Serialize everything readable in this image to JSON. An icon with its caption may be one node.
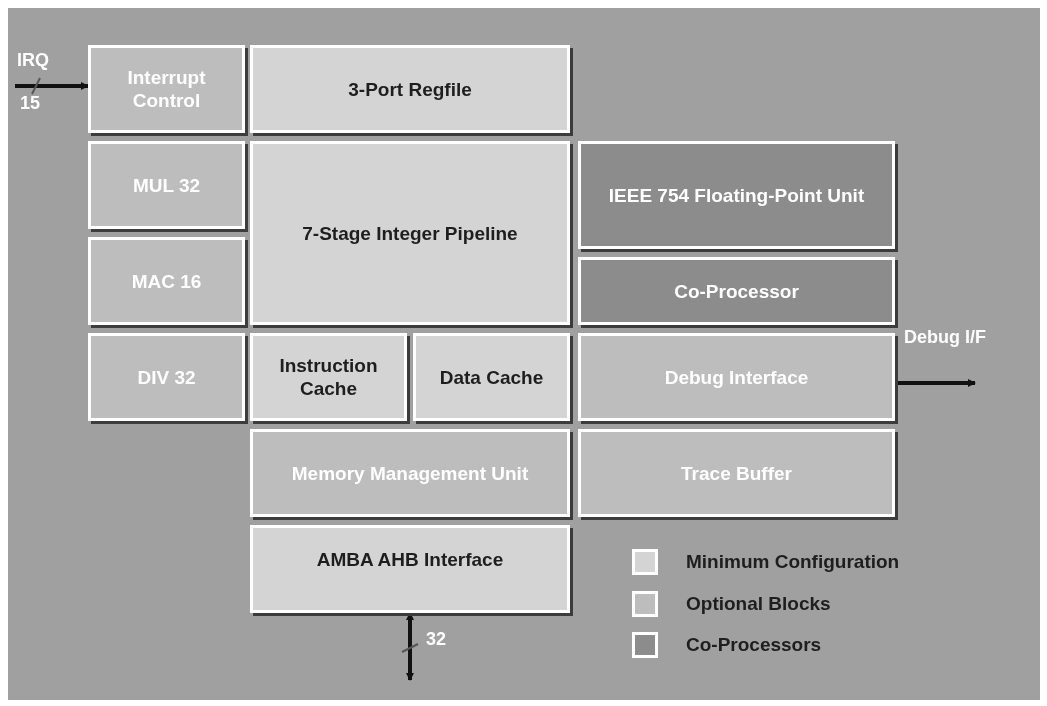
{
  "diagram": {
    "nodes": [
      {
        "text": [
          "Interrupt Control"
        ]
      },
      {
        "text": [
          "3-Port Regfile"
        ]
      },
      {
        "text": [
          "MUL 32"
        ]
      },
      {
        "text": [
          "7-Stage Integer Pipeline"
        ]
      },
      {
        "text": [
          "IEEE 754 Floating-Point Unit"
        ]
      },
      {
        "text": [
          "MAC 16"
        ]
      },
      {
        "text": [
          "Co-Processor"
        ]
      },
      {
        "text": [
          "DIV 32"
        ]
      },
      {
        "text": [
          "Instruction Cache"
        ]
      },
      {
        "text": [
          "Data Cache"
        ]
      },
      {
        "text": [
          "Debug Interface"
        ]
      },
      {
        "text": [
          "Memory Management Unit"
        ]
      },
      {
        "text": [
          "Trace Buffer"
        ]
      },
      {
        "text": [
          "AMBA AHB Interface"
        ]
      }
    ],
    "edges": [
      {
        "from": null,
        "to": 0,
        "arrow": "to",
        "label": "IRQ"
      },
      {
        "from": 10,
        "to": null,
        "arrow": "to",
        "label": "Debug I/F"
      },
      {
        "from": null,
        "to": 13,
        "arrow": "both"
      }
    ],
    "labels": [
      "15",
      "32"
    ],
    "legend": [
      {
        "text": "Minimum Configuration",
        "color": "#d4d4d4"
      },
      {
        "text": "Optional Blocks",
        "color": "#bdbdbd"
      },
      {
        "text": "Co-Processors",
        "color": "#8c8c8c"
      }
    ]
  }
}
